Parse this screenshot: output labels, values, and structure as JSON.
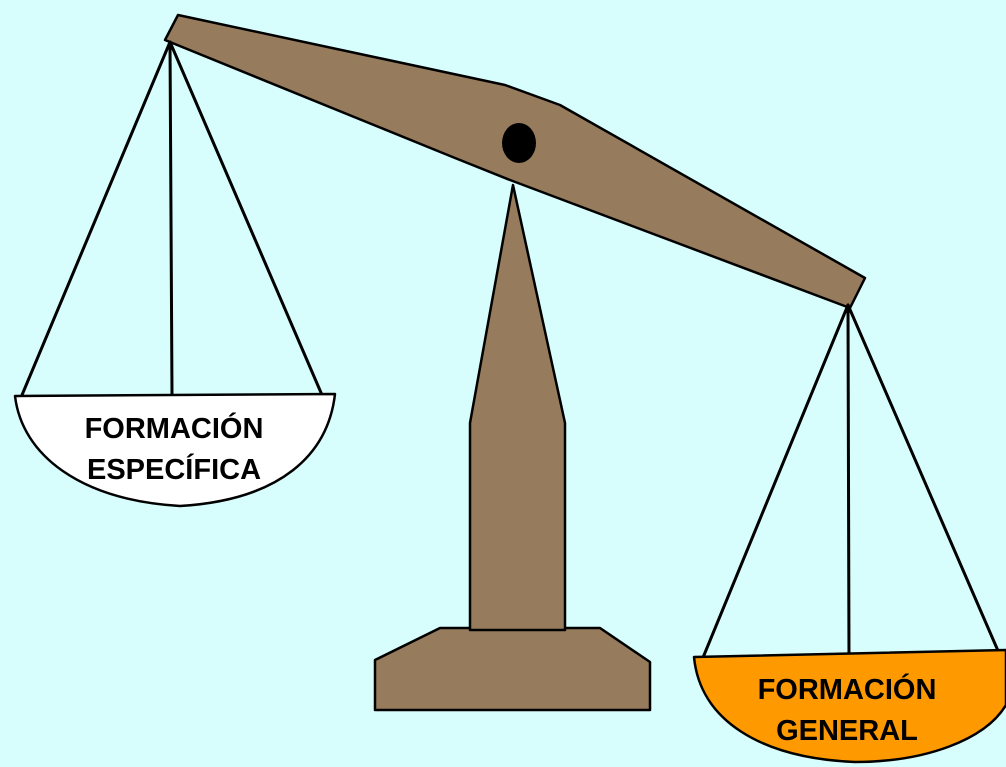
{
  "left_pan": {
    "line1": "FORMACIÓN",
    "line2": "ESPECÍFICA",
    "fill": "#ffffff"
  },
  "right_pan": {
    "line1": "FORMACIÓN",
    "line2": "GENERAL",
    "fill": "#ff9900"
  },
  "colors": {
    "background": "#d7fdfd",
    "scale_body": "#967c5c",
    "outline": "#000000"
  }
}
